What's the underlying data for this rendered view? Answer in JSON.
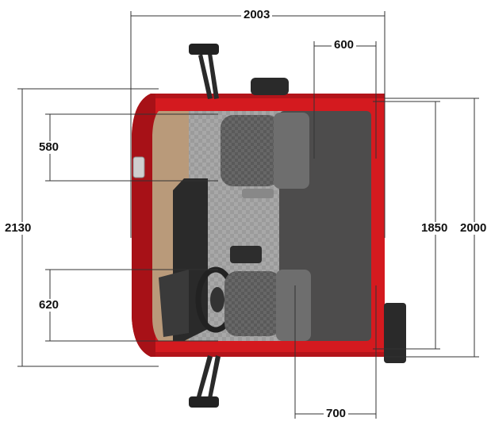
{
  "diagram": {
    "dimensions": {
      "overall_width": "2003",
      "seat_depth": "600",
      "door_zone_upper": "580",
      "overall_length": "2130",
      "floor_length": "1850",
      "cab_length": "2000",
      "door_zone_lower": "620",
      "seat_width": "700"
    },
    "colors": {
      "cab_body": "#d41a1f",
      "cab_dark": "#9c0f14",
      "floor": "#4d4c4c",
      "dashboard": "#2a2a2a",
      "panel_tan": "#b99a7a",
      "seat": "#5c5c5c",
      "dim_line": "#333333"
    }
  }
}
